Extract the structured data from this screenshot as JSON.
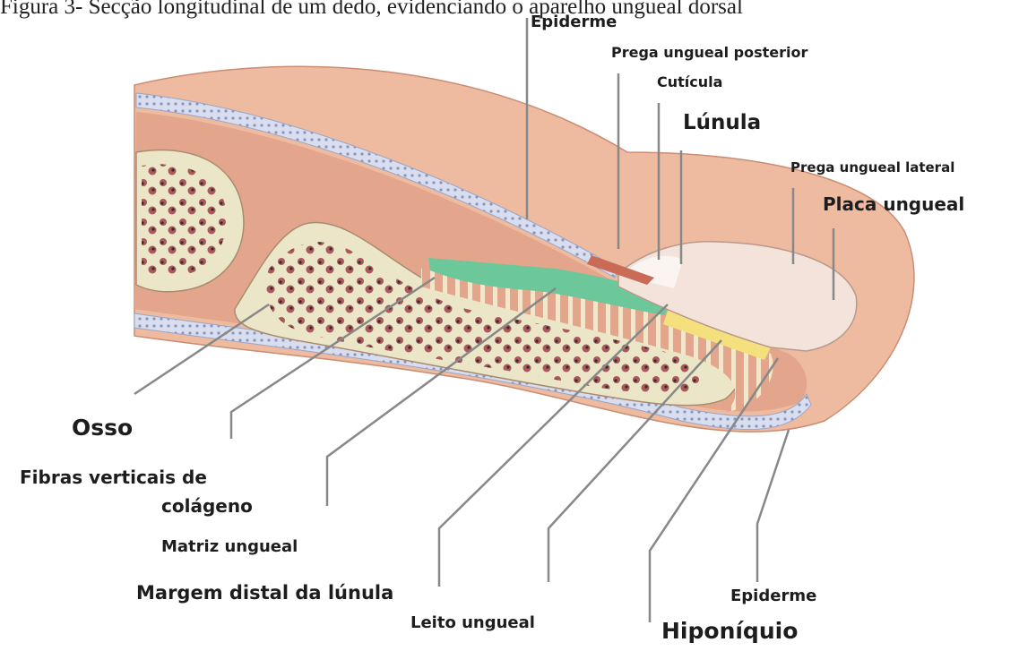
{
  "figure": {
    "caption": "Figura 3- Secção longitudinal de um dedo, evidenciando o aparelho ungueal dorsal"
  },
  "labels": {
    "epiderme_top": "Epiderme",
    "prega_posterior": "Prega ungueal posterior",
    "cuticula": "Cutícula",
    "lunula": "Lúnula",
    "prega_lateral": "Prega ungueal lateral",
    "placa": "Placa ungueal",
    "osso": "Osso",
    "fibras_l1": "Fibras verticais de",
    "fibras_l2": "colágeno",
    "matriz": "Matriz ungueal",
    "margem": "Margem distal da lúnula",
    "leito": "Leito ungueal",
    "epiderme_bottom": "Epiderme",
    "hiponiquio": "Hiponíquio"
  },
  "colors": {
    "skin": "#eebba0",
    "dermis": "#e3a58b",
    "bone": "#ece6c9",
    "marrow": "#a7595c",
    "matrix": "#6cc89a",
    "lunula": "#f4e07c",
    "nail": "#f3e3da",
    "epidermis_blue": "#c9d3e6"
  }
}
